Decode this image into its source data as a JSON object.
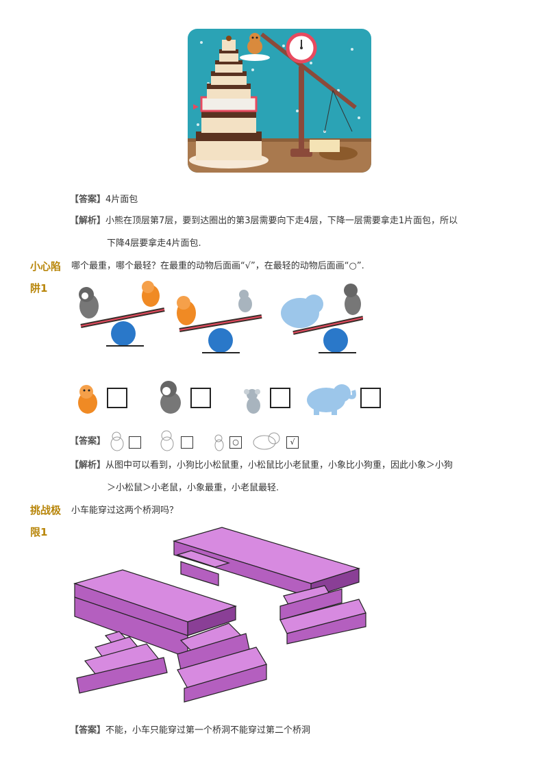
{
  "ans_label": "【答案】",
  "exp_label": "【解析】",
  "q1": {
    "answer": "4片面包",
    "explain_line1": "小熊在顶层第7层，要到达圈出的第3层需要向下走4层，下降一层需要拿走1片面包，所以",
    "explain_line2": "下降4层要拿走4片面包."
  },
  "trap": {
    "side_line1": "小心陷",
    "side_line2": "阱1",
    "question": "哪个最重，哪个最轻？在最重的动物后面画“√”，在最轻的动物后面画“○”.",
    "answer_marks": [
      "",
      "",
      "○",
      "√"
    ],
    "explain_line1": "从图中可以看到，小狗比小松鼠重，小松鼠比小老鼠重，小象比小狗重，因此小象＞小狗",
    "explain_line2": "＞小松鼠＞小老鼠，小象最重，小老鼠最轻."
  },
  "challenge": {
    "side_line1": "挑战极",
    "side_line2": "限1",
    "question": "小车能穿过这两个桥洞吗？",
    "answer": "不能，小车只能穿过第一个桥洞不能穿过第二个桥洞"
  },
  "colors": {
    "accent": "#b8860b",
    "teal": "#2ba3b5",
    "purple": "#b45fbf"
  }
}
